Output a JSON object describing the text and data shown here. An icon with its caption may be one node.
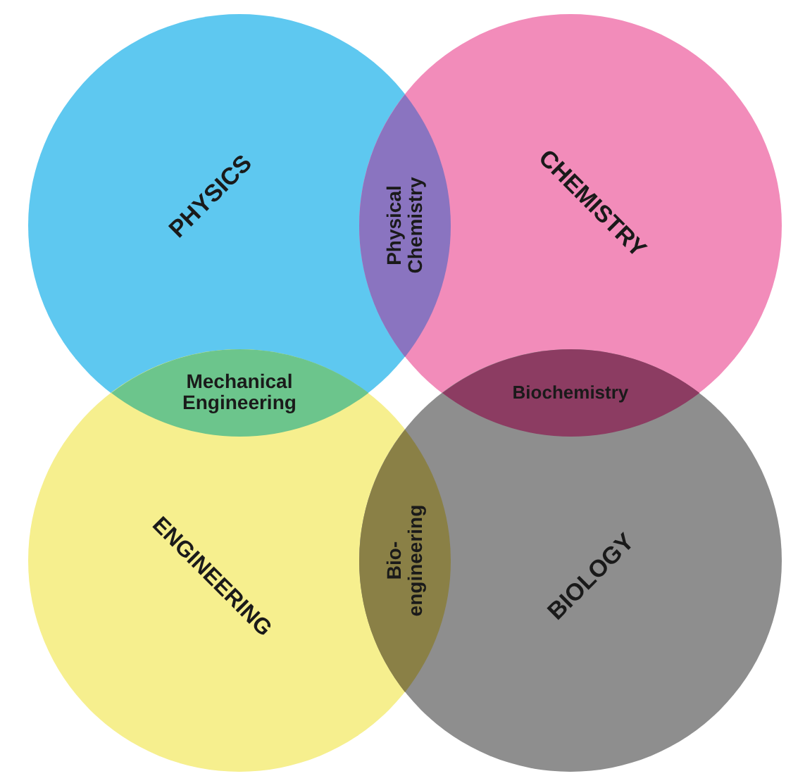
{
  "diagram": {
    "nodes": [
      {
        "text": [
          "PHYSICS"
        ]
      },
      {
        "text": [
          "Physical Chemistry"
        ]
      },
      {
        "text": [
          "CHEMISTRY"
        ]
      },
      {
        "text": [
          "Mechanical Engineering"
        ]
      },
      {
        "text": [
          "Biochemistry"
        ]
      },
      {
        "text": [
          "ENGINEERING"
        ]
      },
      {
        "text": [
          "Bio- engineering"
        ]
      },
      {
        "text": [
          "BIOLOGY"
        ]
      }
    ]
  }
}
